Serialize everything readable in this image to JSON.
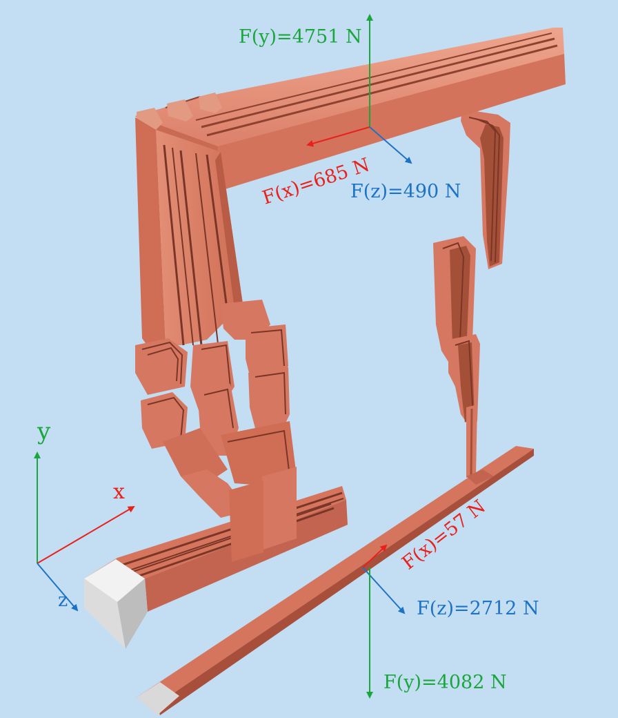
{
  "colors": {
    "background": "#c3ddf3",
    "copper": "#d9785f",
    "copper_light": "#e99a82",
    "copper_dark": "#9c4a37",
    "copper_shadow": "#7a3526",
    "insulator": "#e4e4e4",
    "x_axis": "#e8211b",
    "y_axis": "#1aa63c",
    "z_axis": "#1c72c4"
  },
  "axes": {
    "x_label": "x",
    "y_label": "y",
    "z_label": "z"
  },
  "forces": {
    "top": {
      "fy": "F(y)=4751 N",
      "fx": "F(x)=685 N",
      "fz": "F(z)=490 N"
    },
    "bottom": {
      "fx": "F(x)=57 N",
      "fz": "F(z)=2712 N",
      "fy": "F(y)=4082 N"
    }
  }
}
